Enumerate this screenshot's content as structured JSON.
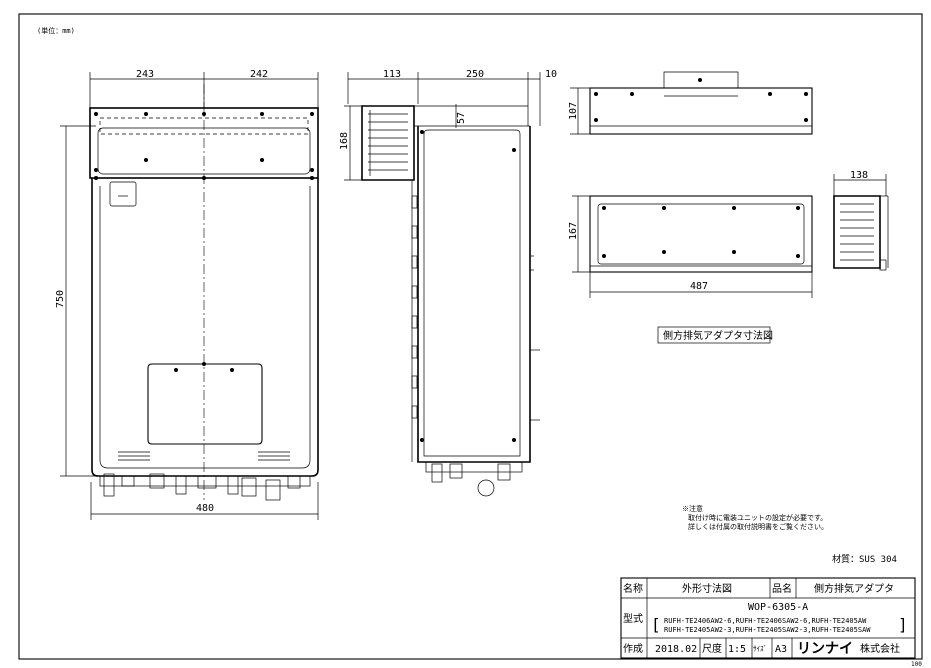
{
  "unit_note": "(単位：mm)",
  "dims": {
    "front_left": "243",
    "front_right": "242",
    "front_height": "750",
    "front_width": "480",
    "side_top_left": "113",
    "side_top_mid": "250",
    "side_top_right": "10",
    "side_adapter_h": "168",
    "side_small": "57",
    "adapter_top_h": "107",
    "adapter_front_h": "167",
    "adapter_width": "487",
    "adapter_side_w": "138"
  },
  "adapter_caption": "側方排気アダプタ寸法図",
  "notice": {
    "line1": "※注意",
    "line2": "取付け時に電装ユニットの設定が必要です。",
    "line3": "詳しくは付属の取付説明書をご覧ください。"
  },
  "material": "材質：SUS 304",
  "title_block": {
    "name_label": "名称",
    "name_value": "外形寸法図",
    "product_label": "品名",
    "product_value": "側方排気アダプタ",
    "model_label": "型式",
    "model_code": "WOP-6305-A",
    "model_line1": "RUFH-TE2406AW2-6,RUFH-TE2406SAW2-6,RUFH-TE2405AW",
    "model_line2": "RUFH-TE2405AW2-3,RUFH-TE2405SAW2-3,RUFH-TE2405SAW",
    "bracket_left": "[",
    "bracket_right": "]",
    "made_label": "作成",
    "made_date": "2018.02",
    "scale_label": "尺度",
    "scale_value": "1:5",
    "size_label": "ｻｲｽﾞ",
    "size_value": "A3",
    "company_logo": "リンナイ",
    "company_suffix": "株式会社"
  },
  "corner_mark": "100"
}
